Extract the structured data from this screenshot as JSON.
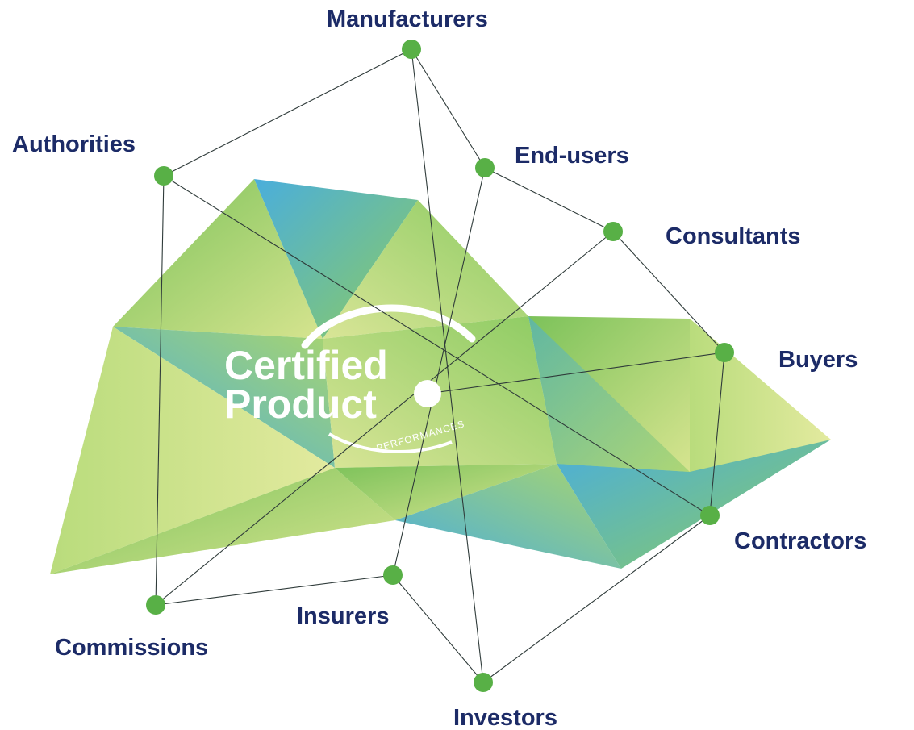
{
  "logo": {
    "line1": "Certified",
    "line2": "Product",
    "tagline": "PERFORMANCES"
  },
  "nodes": {
    "manufacturers": "Manufacturers",
    "authorities": "Authorities",
    "end_users": "End-users",
    "consultants": "Consultants",
    "buyers": "Buyers",
    "contractors": "Contractors",
    "insurers": "Insurers",
    "commissions": "Commissions",
    "investors": "Investors"
  },
  "colors": {
    "node": "#58b046",
    "label": "#1c2b67",
    "green": "#7cc25a",
    "light_green": "#d6e48f",
    "blue": "#4aaedc"
  }
}
